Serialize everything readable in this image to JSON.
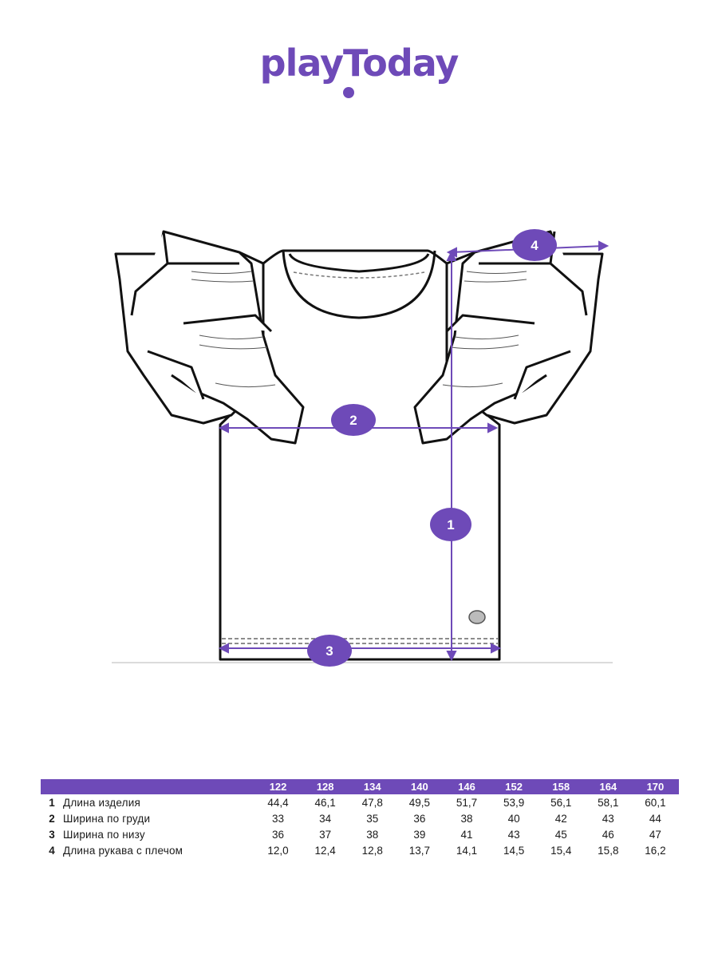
{
  "brand": {
    "logo_text": "playToday",
    "accent_color": "#6e4ab8"
  },
  "markers": {
    "m1": "1",
    "m2": "2",
    "m3": "3",
    "m4": "4"
  },
  "table": {
    "sizes": [
      "122",
      "128",
      "134",
      "140",
      "146",
      "152",
      "158",
      "164",
      "170"
    ],
    "rows": [
      {
        "num": "1",
        "label": "Длина изделия",
        "values": [
          "44,4",
          "46,1",
          "47,8",
          "49,5",
          "51,7",
          "53,9",
          "56,1",
          "58,1",
          "60,1"
        ]
      },
      {
        "num": "2",
        "label": "Ширина по груди",
        "values": [
          "33",
          "34",
          "35",
          "36",
          "38",
          "40",
          "42",
          "43",
          "44"
        ]
      },
      {
        "num": "3",
        "label": "Ширина по низу",
        "values": [
          "36",
          "37",
          "38",
          "39",
          "41",
          "43",
          "45",
          "46",
          "47"
        ]
      },
      {
        "num": "4",
        "label": "Длина рукава с плечом",
        "values": [
          "12,0",
          "12,4",
          "12,8",
          "13,7",
          "14,1",
          "14,5",
          "15,4",
          "15,8",
          "16,2"
        ]
      }
    ]
  }
}
